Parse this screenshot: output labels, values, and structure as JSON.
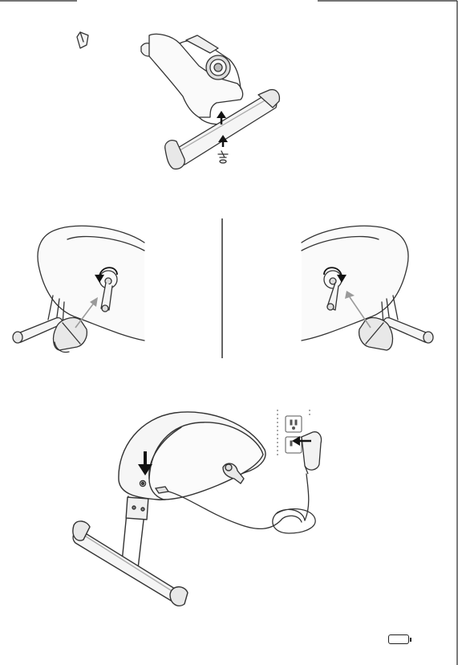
{
  "document": {
    "type": "assembly-instructions",
    "page_number": ""
  },
  "steps": [
    {
      "name": "attach-stabilizer-bar",
      "icon": "screw-and-bar-illustration"
    },
    {
      "name": "adjust-tension-knob",
      "icon": "tension-knob-rotation-illustration"
    },
    {
      "name": "connect-power-adapter",
      "icon": "power-adapter-plug-illustration"
    }
  ],
  "colors": {
    "line": "#333333",
    "fill_light": "#f2f2f2",
    "arrow": "#111111",
    "guide_arrow": "#9a9a9a"
  }
}
